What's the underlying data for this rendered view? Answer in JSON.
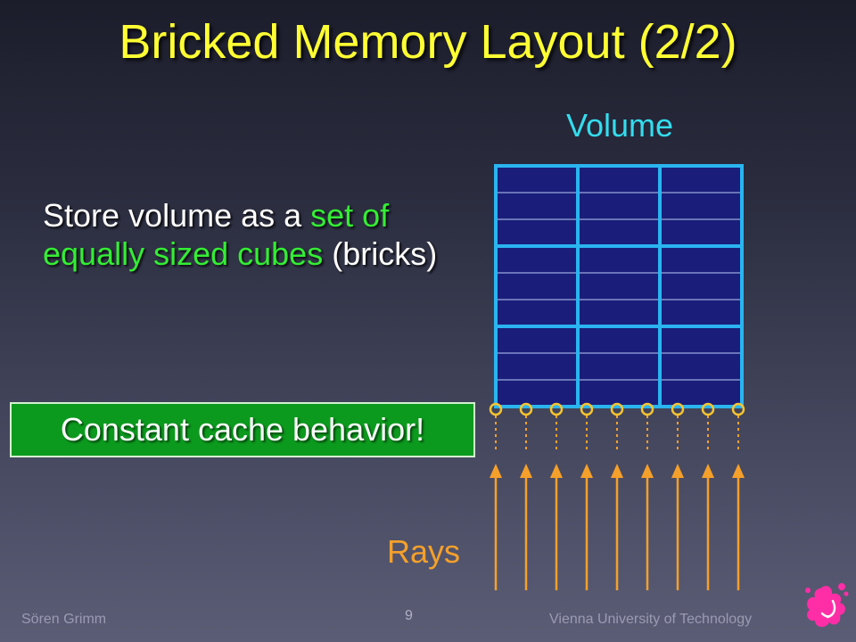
{
  "slide": {
    "title": "Bricked Memory Layout (2/2)",
    "body_parts": [
      {
        "text": "Store volume as a ",
        "highlight": false
      },
      {
        "text": "set of equally sized cubes",
        "highlight": true
      },
      {
        "text": " (bricks)",
        "highlight": false
      }
    ],
    "callout": "Constant cache behavior!",
    "page_number": "9"
  },
  "diagram": {
    "volume_label": "Volume",
    "rays_label": "Rays",
    "bricks_per_row": 3,
    "bricks_per_column": 3,
    "slices_per_brick": 3,
    "ray_count": 9,
    "colors": {
      "volume_label": "#33ddee",
      "brick_fill": "#1a1e7a",
      "brick_border": "#2ab4f0",
      "slice_line": "#6a74b8",
      "rays": "#f5a02a",
      "highlight": "#33ee33",
      "callout_background": "#0c9a1e"
    }
  },
  "footer": {
    "author": "Sören Grimm",
    "organization": "Vienna University of Technology"
  },
  "icons": {
    "logo": "paint-splash-logo-icon"
  }
}
